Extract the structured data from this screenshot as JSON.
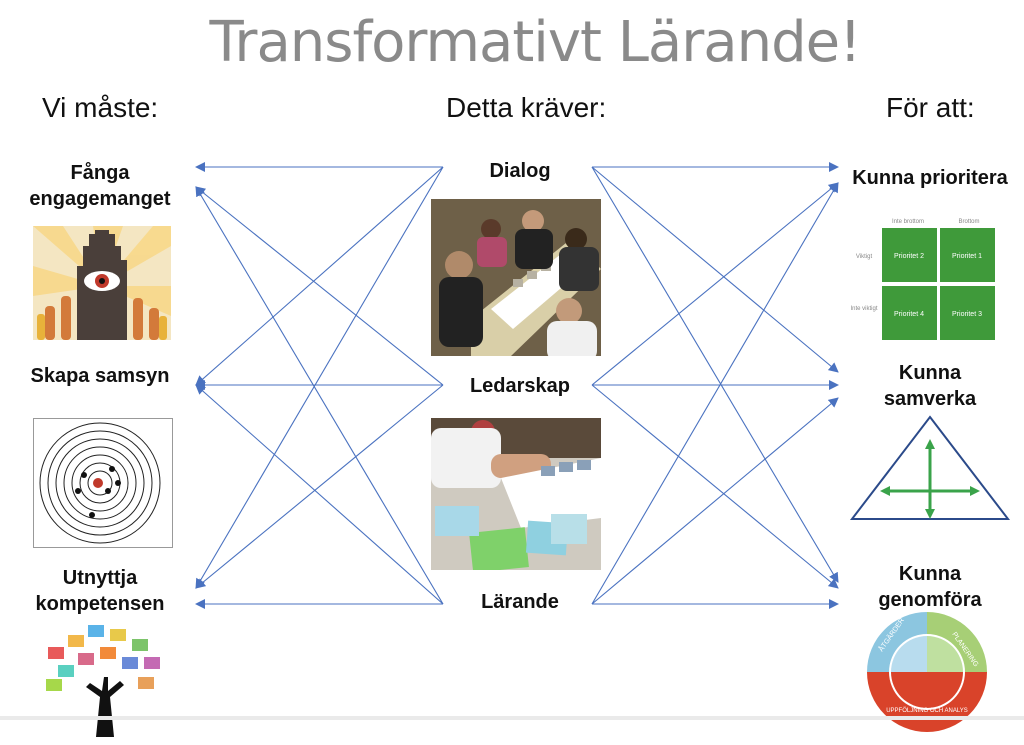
{
  "title": "Transformativt Lärande!",
  "columns": {
    "left": "Vi måste:",
    "middle": "Detta kräver:",
    "right": "För att:"
  },
  "left_items": [
    "Fånga engagemanget",
    "Skapa samsyn",
    "Utnyttja kompetensen"
  ],
  "middle_items": [
    "Dialog",
    "Ledarskap",
    "Lärande"
  ],
  "right_items": [
    "Kunna prioritera",
    "Kunna samverka",
    "Kunna genomföra"
  ],
  "matrix": {
    "col_left": "Inte brottom",
    "col_right": "Brottom",
    "row_top": "Viktigt",
    "row_bottom": "Inte viktigt",
    "cells": [
      "Prioritet 2",
      "Prioritet 1",
      "Prioritet 4",
      "Prioritet 3"
    ]
  },
  "cycle": {
    "segments": [
      "ÅTGÄRDER",
      "PLANERING",
      "UPPFÖLJNING OCH ANALYS"
    ]
  },
  "colors": {
    "arrow": "#4a72c0",
    "title": "#8a8a8a",
    "matrix_green": "#3f9a3a",
    "triangle": "#2b4a8a",
    "triangle_arrows": "#3aa34a",
    "cycle_blue": "#8cc6e0",
    "cycle_green": "#a7cf76",
    "cycle_red": "#d9432a"
  }
}
